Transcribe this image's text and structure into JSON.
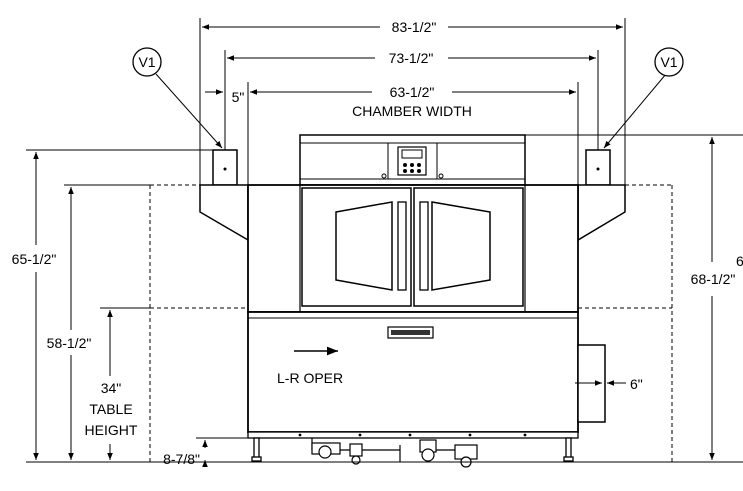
{
  "labels": {
    "v1_left": "V1",
    "v1_right": "V1",
    "overall_width": "83-1/2\"",
    "vent_spacing": "73-1/2\"",
    "chamber_width_value": "63-1/2\"",
    "chamber_width_label": "CHAMBER WIDTH",
    "offset_5": "5\"",
    "overall_height": "65-1/2\"",
    "top_height": "58-1/2\"",
    "table_height_value": "34\"",
    "table_height_line1": "TABLE",
    "table_height_line2": "HEIGHT",
    "leg_height": "8-7/8\"",
    "right_height": "68-1/2\"",
    "right_edge_partial": "6",
    "side_offset": "6\"",
    "direction": "L-R OPER"
  }
}
